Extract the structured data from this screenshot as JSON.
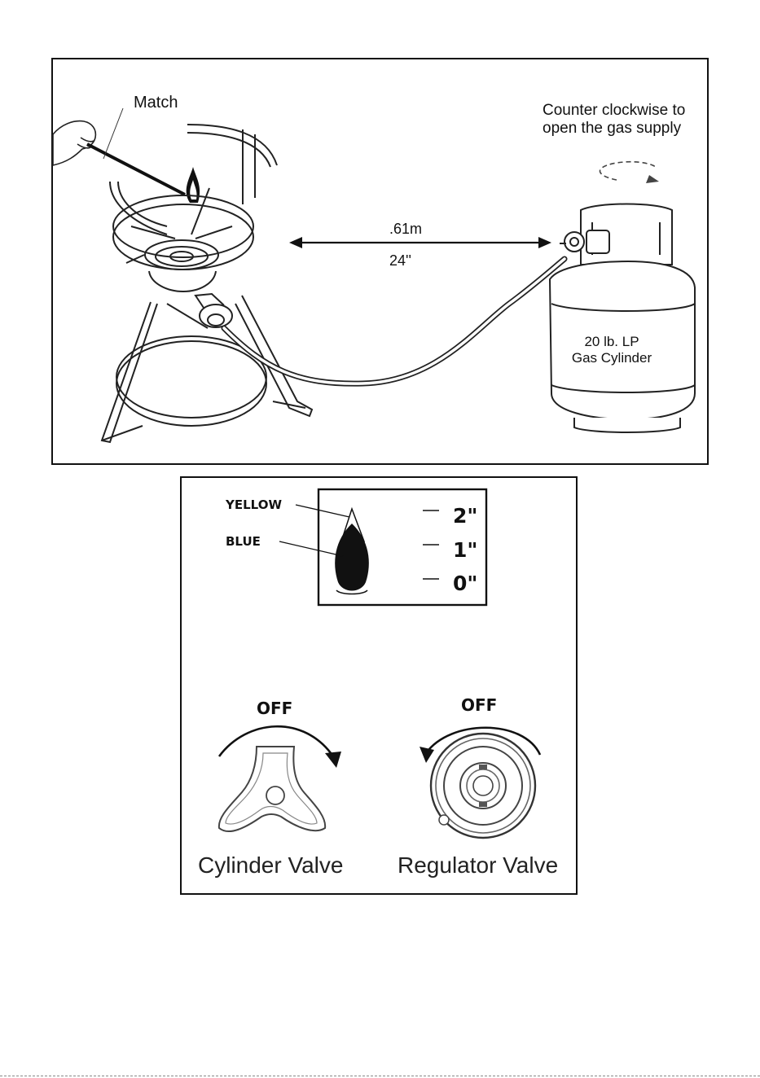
{
  "setup": {
    "match_label": "Match",
    "instruction_line1": "Counter clockwise to",
    "instruction_line2": "open the gas supply",
    "distance_metric": ".61m",
    "distance_imperial": "24''",
    "cylinder_line1": "20 lb. LP",
    "cylinder_line2": "Gas Cylinder"
  },
  "flame": {
    "yellow_label": "YELLOW",
    "blue_label": "BLUE",
    "scale_2": "2\"",
    "scale_1": "1\"",
    "scale_0": "0\""
  },
  "valves": {
    "cylinder_off": "OFF",
    "regulator_off": "OFF",
    "cylinder_name": "Cylinder Valve",
    "regulator_name": "Regulator Valve"
  }
}
